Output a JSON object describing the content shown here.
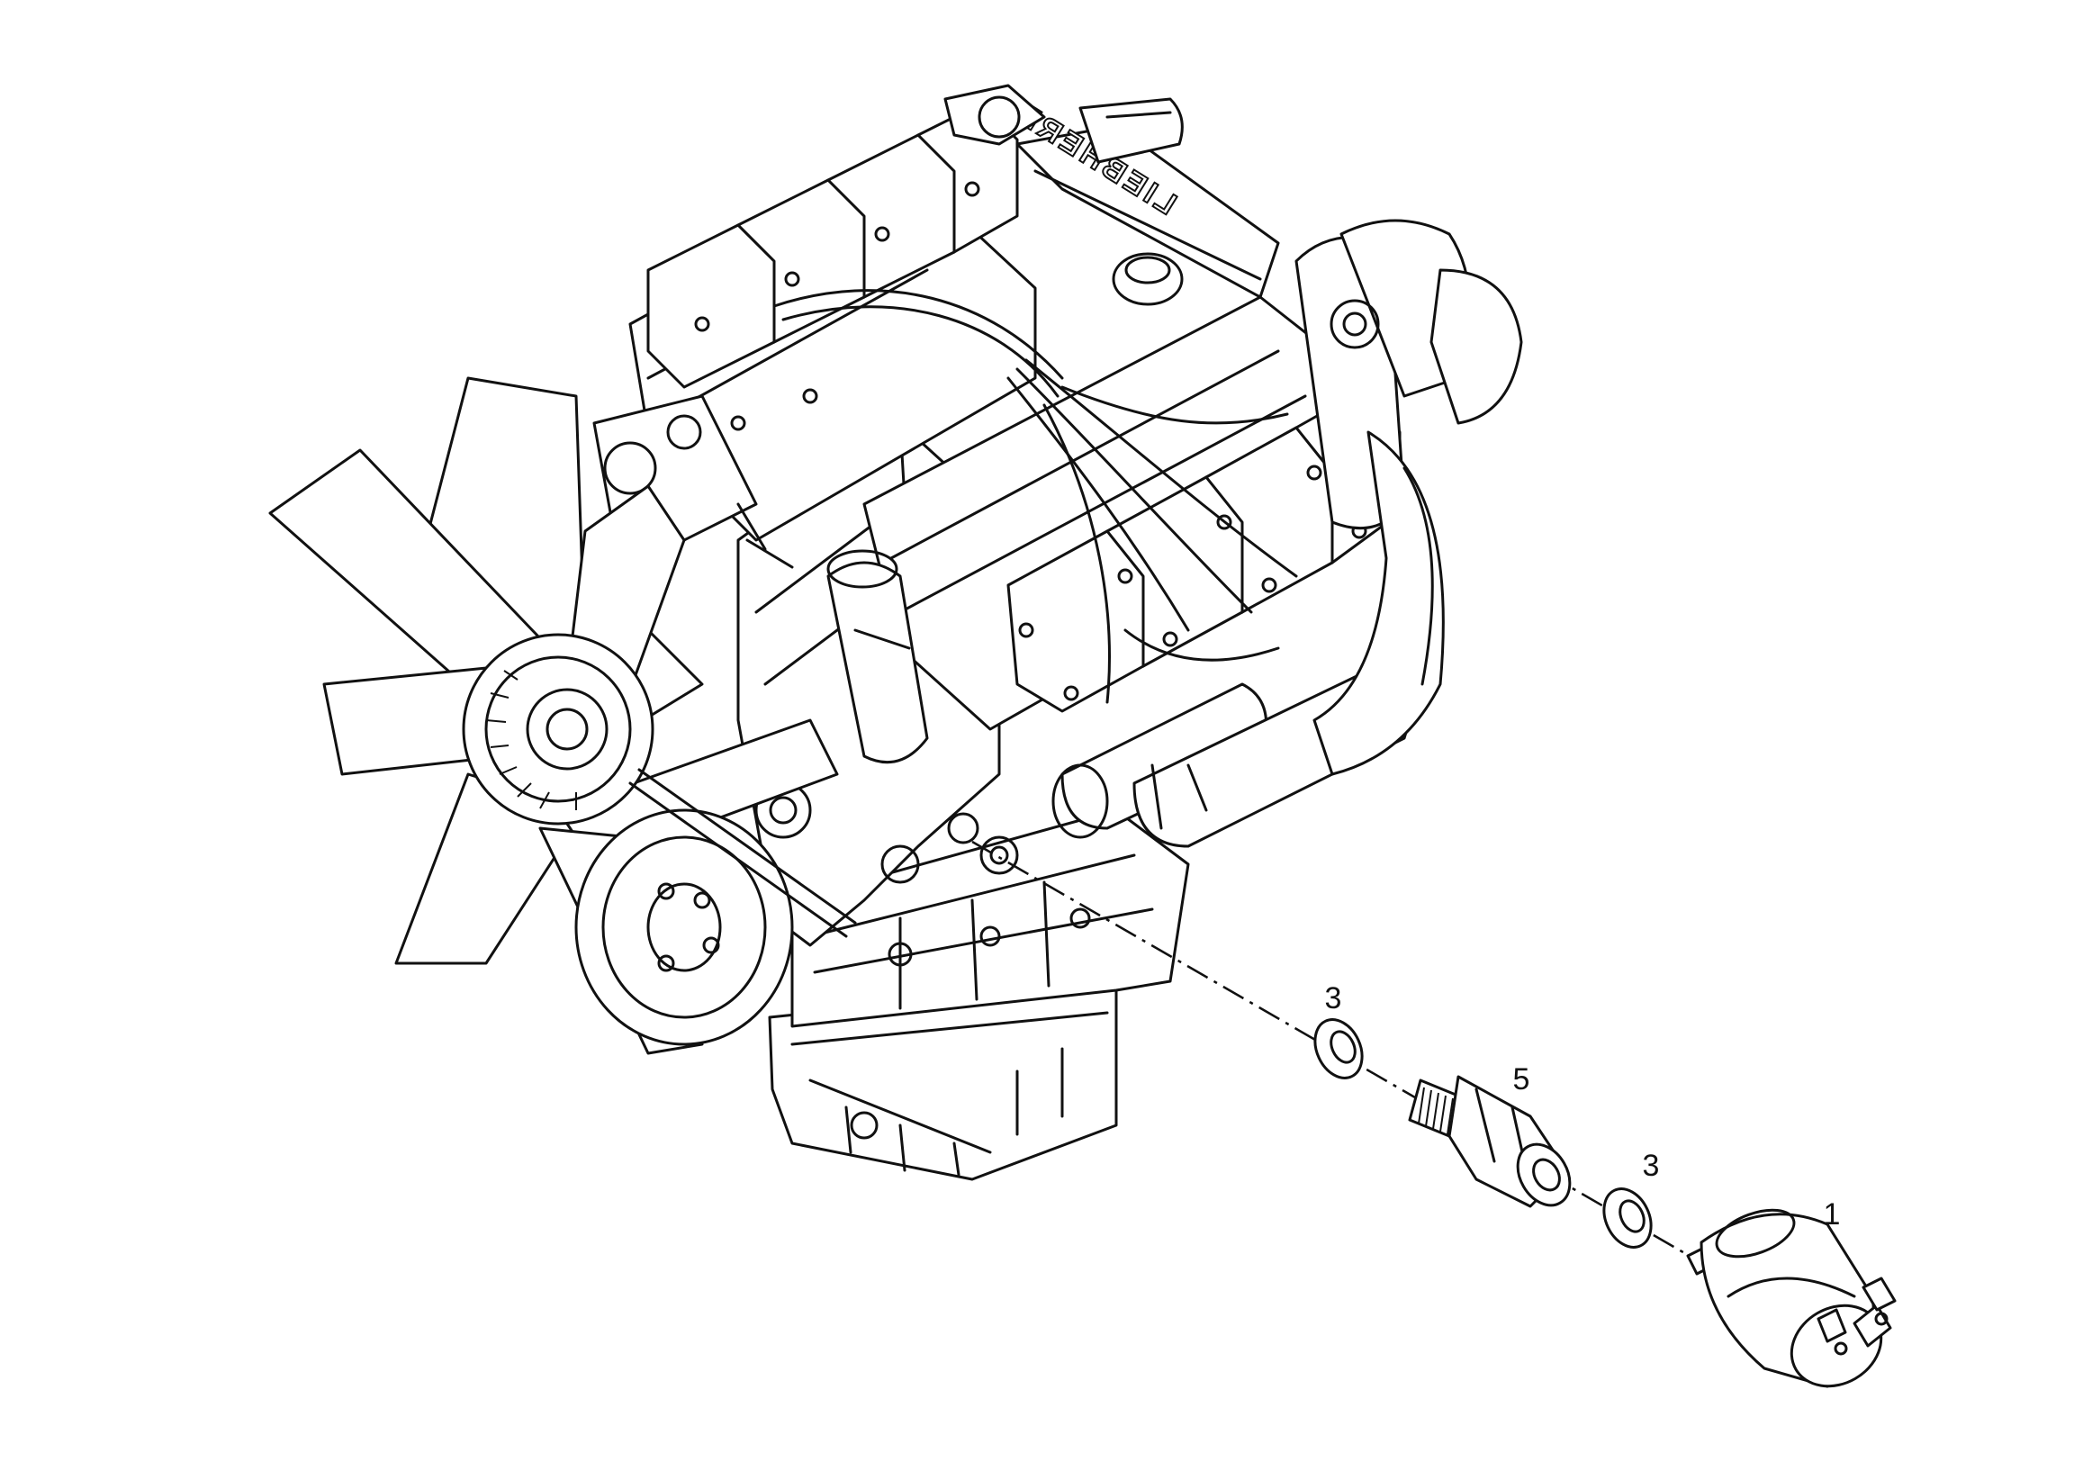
{
  "diagram": {
    "engine": {
      "brand_text": "LIEBHERR"
    },
    "callouts": [
      {
        "id": "seal-ring-upper",
        "label": "3"
      },
      {
        "id": "adapter",
        "label": "5"
      },
      {
        "id": "seal-ring-lower",
        "label": "3"
      },
      {
        "id": "pressure-switch",
        "label": "1"
      }
    ]
  }
}
